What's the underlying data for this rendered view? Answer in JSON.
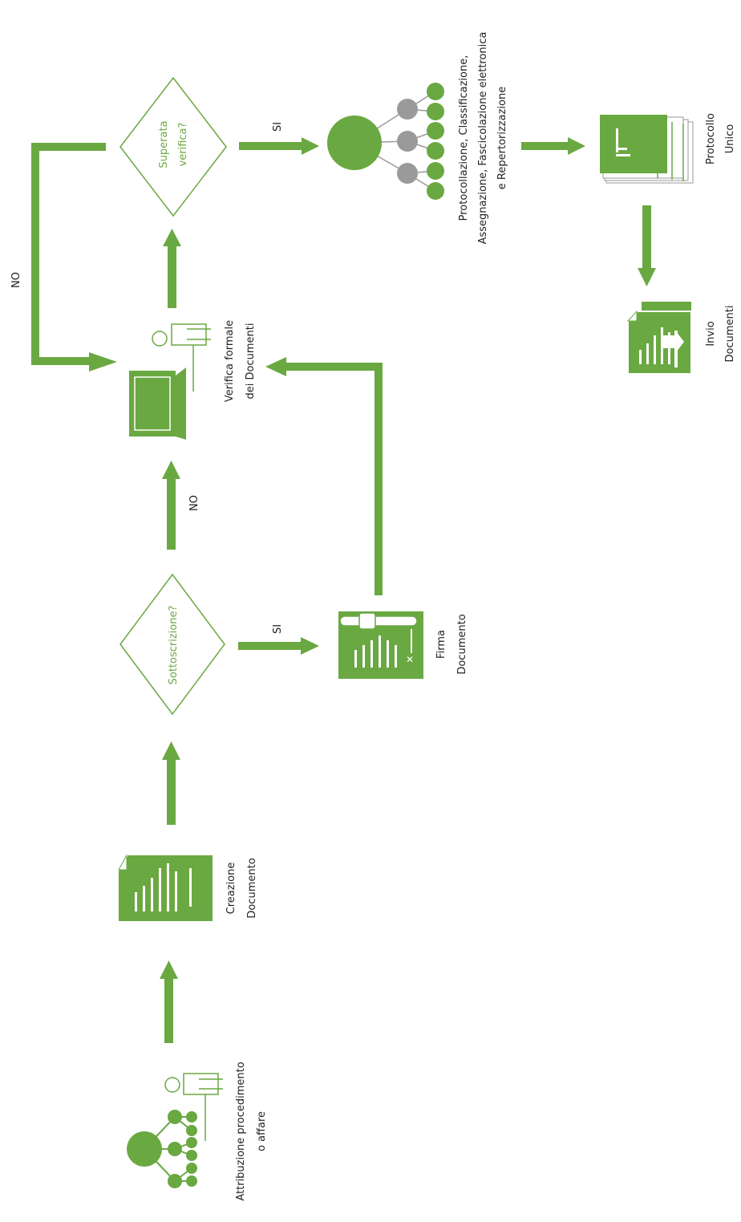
{
  "colors": {
    "green": "#6aa842",
    "green_dark": "#5a9a3a",
    "gray": "#9a9a9a",
    "text": "#222222",
    "background": "#ffffff"
  },
  "nodes": {
    "attribuzione": {
      "line1": "Attribuzione procedimento",
      "line2": "o affare",
      "icon": "org-chart-person-icon"
    },
    "creazione": {
      "line1": "Creazione",
      "line2": "Documento",
      "icon": "document-icon"
    },
    "sottoscrizione": {
      "label": "Sottoscrizione?"
    },
    "firma": {
      "line1": "Firma",
      "line2": "Documento",
      "icon": "signature-document-icon"
    },
    "verifica": {
      "line1": "Verifica formale",
      "line2": "dei Documenti",
      "icon": "person-laptop-icon"
    },
    "superata": {
      "line1": "Superata",
      "line2": "verifica?"
    },
    "protocollazione": {
      "line1": "Protocollazione, Classificazione,",
      "line2": "Assegnazione, Fascicolazione elettronica",
      "line3": "e Repertorizzazione",
      "icon": "org-chart-icon"
    },
    "protocollo": {
      "line1": "Protocollo",
      "line2": "Unico",
      "icon": "document-stack-icon"
    },
    "invio": {
      "line1": "Invio",
      "line2": "Documenti",
      "icon": "send-documents-icon"
    }
  },
  "edges": {
    "si_firma": "SI",
    "no_verifica": "NO",
    "si_protocollazione": "SI",
    "no_loop": "NO"
  }
}
